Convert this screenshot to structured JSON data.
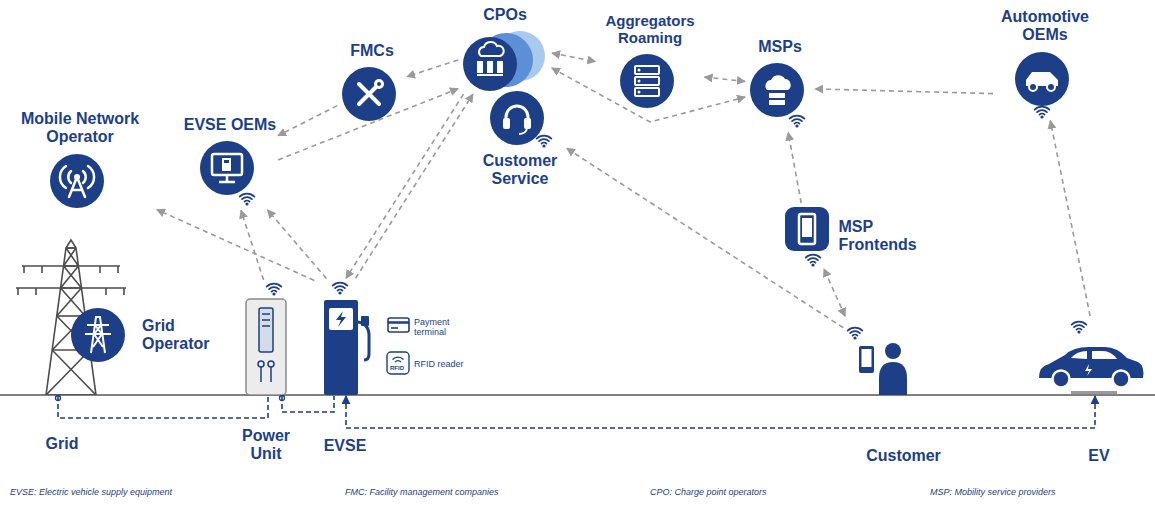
{
  "diagram": {
    "nodes": [
      {
        "text": [
          "Mobile Network Operator"
        ]
      },
      {
        "text": [
          "EVSE OEMs"
        ]
      },
      {
        "text": [
          "FMCs"
        ]
      },
      {
        "text": [
          "CPOs"
        ]
      },
      {
        "text": [
          "Customer Service"
        ]
      },
      {
        "text": [
          "Aggregators Roaming"
        ]
      },
      {
        "text": [
          "MSPs"
        ]
      },
      {
        "text": [
          "MSP Frontends"
        ]
      },
      {
        "text": [
          "Automotive OEMs"
        ]
      },
      {
        "text": [
          "Grid"
        ]
      },
      {
        "text": [
          "Grid Operator"
        ]
      },
      {
        "text": [
          "Power Unit"
        ]
      },
      {
        "text": [
          "EVSE"
        ]
      },
      {
        "text": [
          "Customer"
        ]
      },
      {
        "text": [
          "EV"
        ]
      }
    ],
    "edges": [
      {
        "from": 12,
        "to": 0,
        "arrow": "to"
      },
      {
        "from": 11,
        "to": 1,
        "arrow": "to"
      },
      {
        "from": 12,
        "to": 1,
        "arrow": "to"
      },
      {
        "from": 2,
        "to": 1,
        "arrow": "to"
      },
      {
        "from": 3,
        "to": 2,
        "arrow": "to"
      },
      {
        "from": 1,
        "to": 3,
        "arrow": "to"
      },
      {
        "from": 12,
        "to": 3,
        "arrow": "to"
      },
      {
        "from": 3,
        "to": 12,
        "arrow": "to"
      },
      {
        "from": 3,
        "to": 5,
        "arrow": "both"
      },
      {
        "from": 3,
        "to": 6,
        "arrow": "both"
      },
      {
        "from": 5,
        "to": 6,
        "arrow": "both"
      },
      {
        "from": 13,
        "to": 4,
        "arrow": "to"
      },
      {
        "from": 7,
        "to": 6,
        "arrow": "to"
      },
      {
        "from": 13,
        "to": 7,
        "arrow": "both"
      },
      {
        "from": 8,
        "to": 6,
        "arrow": "to"
      },
      {
        "from": 14,
        "to": 8,
        "arrow": "to"
      },
      {
        "from": 9,
        "to": 11,
        "arrow": "none"
      },
      {
        "from": 11,
        "to": 12,
        "arrow": "none"
      },
      {
        "from": 12,
        "to": 14,
        "arrow": "both"
      }
    ],
    "labels": [
      "Payment terminal",
      "RFID reader",
      "RFID",
      "EVSE: Electric vehicle supply equipment",
      "FMC: Facility management companies",
      "CPO: Charge point operators",
      "MSP: Mobility service providers"
    ]
  }
}
